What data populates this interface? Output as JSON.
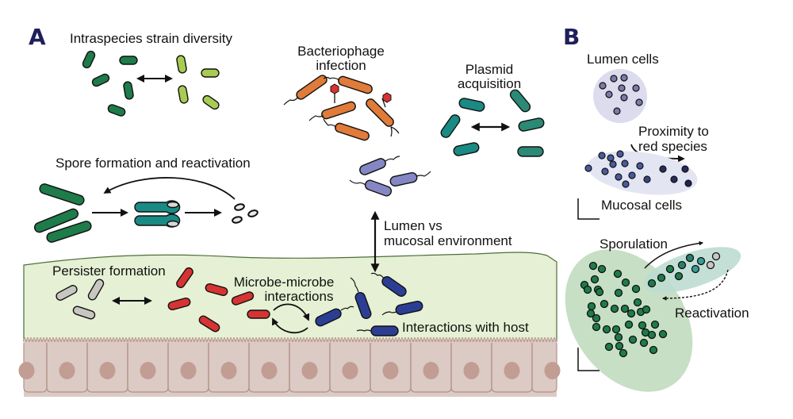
{
  "panels": {
    "a": {
      "letter": "A",
      "labels": {
        "strain_diversity": "Intraspecies strain diversity",
        "phage_line1": "Bacteriophage",
        "phage_line2": "infection",
        "plasmid_line1": "Plasmid",
        "plasmid_line2": "acquisition",
        "spore": "Spore formation and reactivation",
        "lumen_line1": "Lumen vs",
        "lumen_line2": "mucosal environment",
        "persister": "Persister formation",
        "microbe_line1": "Microbe-microbe",
        "microbe_line2": "interactions",
        "host": "Interactions with host"
      }
    },
    "b": {
      "letter": "B",
      "labels": {
        "lumen_cells": "Lumen cells",
        "proximity_line1": "Proximity to",
        "proximity_line2": "red species",
        "mucosal_cells": "Mucosal cells",
        "sporulation": "Sporulation",
        "reactivation": "Reactivation"
      }
    }
  },
  "colors": {
    "panel_letter": "#1f1f5c",
    "dark_green": "#1e7b4a",
    "light_green": "#a8cc52",
    "orange": "#e07b39",
    "teal": "#1a8a84",
    "lavender": "#8586c4",
    "red": "#d63333",
    "gray": "#c8c6c0",
    "navy": "#2c3e94",
    "mucus": "#e6f0d4",
    "epithelium": "#dccac4",
    "nucleus": "#c19d94"
  }
}
